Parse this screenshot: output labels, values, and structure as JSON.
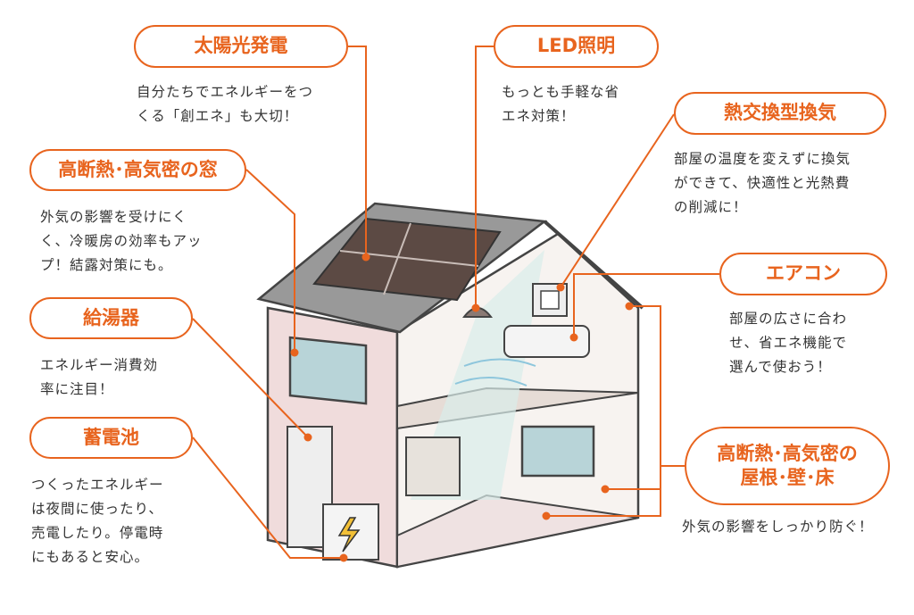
{
  "accent_color": "#e8641e",
  "callouts": {
    "solar": {
      "title": "太陽光発電",
      "lines": [
        "自分たちでエネルギーをつ",
        "くる「創エネ」も大切！"
      ]
    },
    "led": {
      "title": "LED照明",
      "lines": [
        "もっとも手軽な省",
        "エネ対策！"
      ]
    },
    "ventilation": {
      "title": "熱交換型換気",
      "lines": [
        "部屋の温度を変えずに換気",
        "ができて、快適性と光熱費",
        "の削減に！"
      ]
    },
    "window": {
      "title": "高断熱･高気密の窓",
      "lines": [
        "外気の影響を受けにく",
        "く、冷暖房の効率もアッ",
        "プ！結露対策にも。"
      ]
    },
    "aircon": {
      "title": "エアコン",
      "lines": [
        "部屋の広さに合わ",
        "せ、省エネ機能で",
        "選んで使おう！"
      ]
    },
    "water_heater": {
      "title": "給湯器",
      "lines": [
        "エネルギー消費効",
        "率に注目！"
      ]
    },
    "envelope": {
      "title_lines": [
        "高断熱･高気密の",
        "屋根･壁･床"
      ],
      "lines": [
        "外気の影響をしっかり防ぐ！"
      ]
    },
    "battery": {
      "title": "蓄電池",
      "lines": [
        "つくったエネルギー",
        "は夜間に使ったり、",
        "売電したり。停電時",
        "にもあると安心。"
      ]
    }
  }
}
